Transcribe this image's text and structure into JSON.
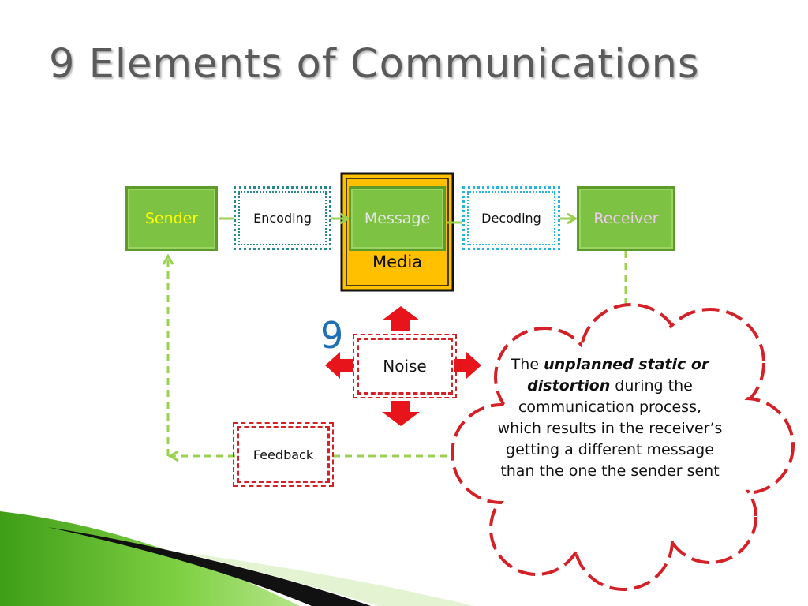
{
  "slide": {
    "title": "9 Elements of Communications"
  },
  "diagram": {
    "sender": "Sender",
    "encoding": "Encoding",
    "message": "Message",
    "media": "Media",
    "decoding": "Decoding",
    "receiver": "Receiver",
    "noise": "Noise",
    "feedback": "Feedback",
    "element_number": "9"
  },
  "definition": {
    "lead": "The ",
    "emphasis": "unplanned static or distortion",
    "rest": " during the communication process, which results in the receiver’s getting a different message than the one the sender sent"
  },
  "colors": {
    "green_fill": "#7dc242",
    "green_border": "#5d9c2b",
    "sender_text": "#ffff00",
    "message_text": "#e6e6e6",
    "receiver_text": "#f2c9ee",
    "media_fill": "#ffc000",
    "noise_red": "#d42027",
    "arrow_red": "#e8141b",
    "dotted_teal": "#26888f",
    "dotted_cyan": "#28b4e0",
    "connector_green": "#9bd150",
    "number_blue": "#1f6fb4"
  }
}
